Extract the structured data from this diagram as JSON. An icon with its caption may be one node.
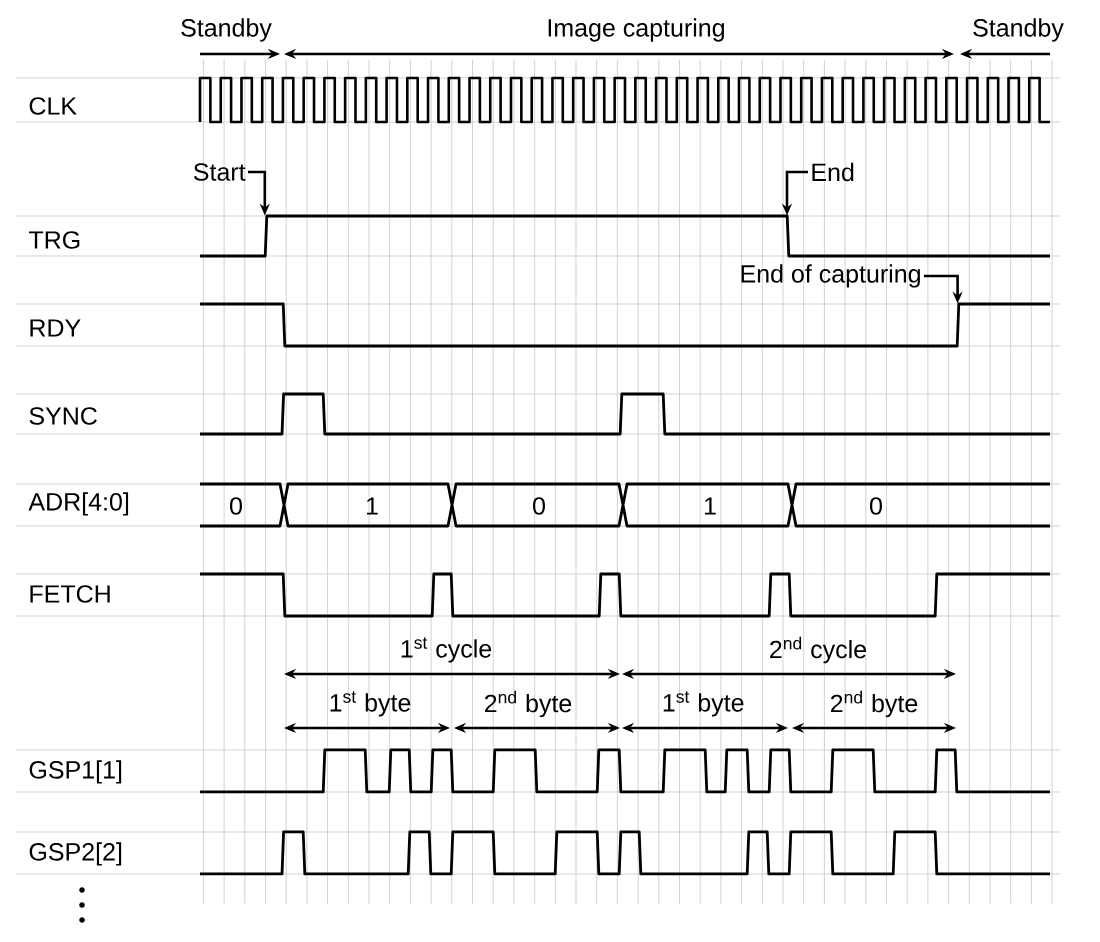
{
  "diagram": {
    "nodes": [
      {
        "text": [
          "Start"
        ]
      },
      {
        "text": [
          "End"
        ]
      },
      {
        "text": [
          "End of capturing"
        ]
      },
      {
        "text": [],
        "shape": "line"
      },
      {
        "text": [],
        "shape": "line"
      }
    ],
    "edges": [
      {
        "from": 0,
        "to": 3,
        "arrow": "to"
      },
      {
        "from": 1,
        "to": 3,
        "arrow": "to"
      },
      {
        "from": 2,
        "to": 4,
        "arrow": "to"
      }
    ],
    "labels": [
      "Standby",
      "Image capturing",
      "Standby",
      "CLK",
      "TRG",
      "RDY",
      "SYNC",
      "ADR[4:0]",
      "0",
      "1",
      "0",
      "1",
      "0",
      "FETCH",
      "1$^{st}$ cycle",
      "2$^{nd}$ cycle",
      "1$^{st}$ byte",
      "2$^{nd}$ byte",
      "1$^{st}$ byte",
      "2$^{nd}$ byte",
      "GSP1[1]",
      "GSP2[2]"
    ]
  }
}
